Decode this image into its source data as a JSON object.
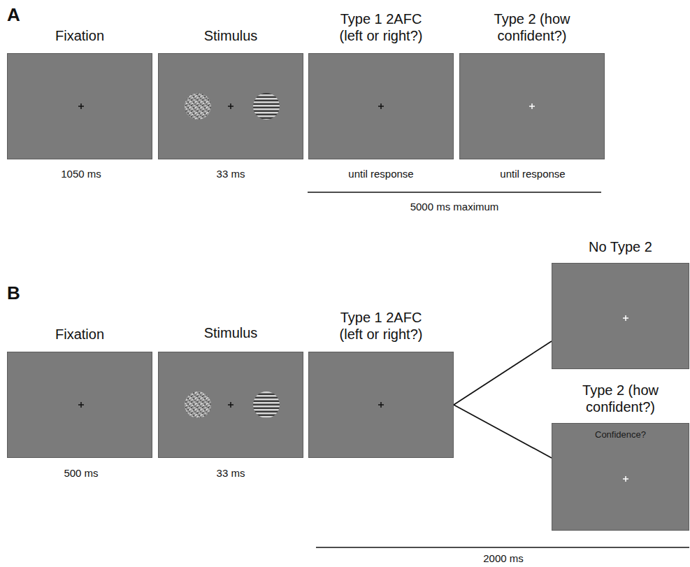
{
  "diagram": {
    "nodes": [
      {
        "text": [
          "Fixation"
        ]
      },
      {
        "text": [
          "Stimulus"
        ]
      },
      {
        "text": [
          "Type 1 2AFC (left or right?)"
        ]
      },
      {
        "text": [
          "Type 2 (how confident?)"
        ]
      },
      {
        "text": [
          "Fixation"
        ]
      },
      {
        "text": [
          "Stimulus"
        ]
      },
      {
        "text": [
          "Type 1 2AFC (left or right?)"
        ]
      },
      {
        "text": [
          "No Type 2"
        ]
      },
      {
        "text": [
          "Type 2 (how confident?)",
          "Confidence?"
        ]
      }
    ],
    "edges": [
      {
        "from": 6,
        "to": 7,
        "arrow": "none"
      },
      {
        "from": 6,
        "to": 8,
        "arrow": "none"
      }
    ],
    "labels": [
      "A",
      "1050 ms",
      "33 ms",
      "until response",
      "until response",
      "5000 ms maximum",
      "B",
      "500 ms",
      "33 ms",
      "2000 ms"
    ]
  }
}
